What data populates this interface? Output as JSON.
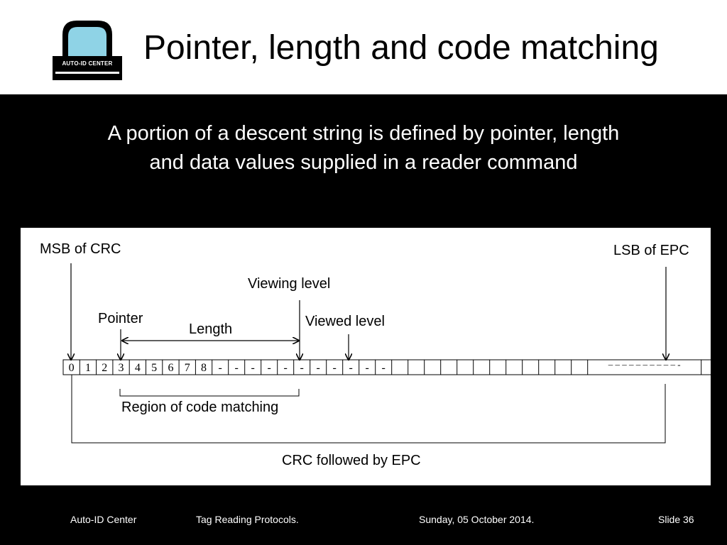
{
  "header": {
    "title": "Pointer, length and code matching",
    "logo_text": "AUTO-ID CENTER",
    "logo_icon": "auto-id-center-logo"
  },
  "subtitle": {
    "line1": "A portion of a descent string is defined  by pointer, length",
    "line2": "and data values supplied in a reader command"
  },
  "diagram": {
    "labels": {
      "msb": "MSB of CRC",
      "lsb": "LSB of EPC",
      "viewing": "Viewing level",
      "pointer": "Pointer",
      "length": "Length",
      "viewed": "Viewed level",
      "region": "Region of code matching",
      "crc_epc": "CRC followed by EPC"
    },
    "cells": [
      "0",
      "1",
      "2",
      "3",
      "4",
      "5",
      "6",
      "7",
      "8",
      "-",
      "-",
      "-",
      "-",
      "-",
      "-",
      "-",
      "-",
      "-",
      "-",
      "-",
      "",
      "",
      "",
      "",
      "",
      "",
      "",
      "",
      "",
      "",
      "",
      "",
      "",
      "",
      "",
      ""
    ],
    "gap_dashes": "– – – – – – – – – – -"
  },
  "footer": {
    "org": "Auto-ID Center",
    "topic": "Tag Reading Protocols.",
    "date": "Sunday, 05 October 2014.",
    "slide": "Slide 36"
  }
}
